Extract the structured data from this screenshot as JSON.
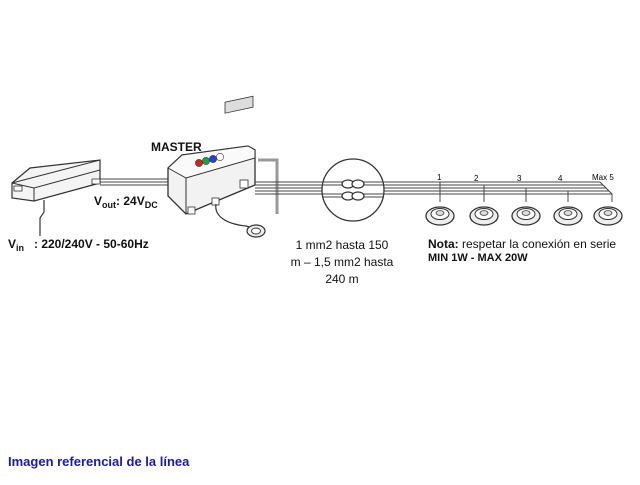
{
  "master_label": "MASTER",
  "vout": {
    "prefix": "V",
    "sub": "out",
    "value": ": 24V",
    "unit_sub": "DC"
  },
  "vin": {
    "prefix": "V",
    "sub": "in",
    "value": ": 220/240V - 50-60Hz"
  },
  "cable_note": [
    "1 mm2 hasta 150",
    "m – 1,5 mm2 hasta",
    "240 m"
  ],
  "nota": {
    "label": "Nota:",
    "text": " respetar la conexión en serie",
    "line2": "MIN 1W - MAX 20W"
  },
  "lights": [
    "1",
    "2",
    "3",
    "4",
    "Max 5"
  ],
  "caption": "Imagen referencial de la línea",
  "colors": {
    "line": "#555555",
    "caption": "#1a1aa6",
    "led_red": "#d32020",
    "led_green": "#20a040",
    "led_blue": "#2040d0"
  }
}
